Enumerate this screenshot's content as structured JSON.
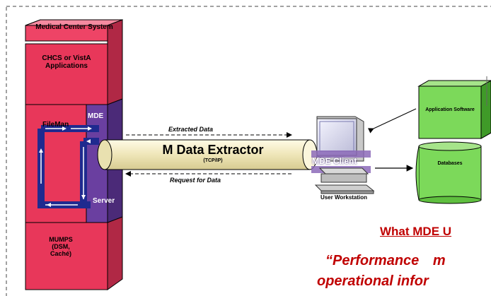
{
  "tower": {
    "title": "Medical Center System",
    "apps_label": "CHCS or VistA Applications",
    "fileman_label": "FileMan",
    "mde_label": "MDE",
    "server_label": "Server",
    "mumps_label": "MUMPS (DSM, Caché)"
  },
  "extractor": {
    "title": "M Data Extractor",
    "subtitle": "(TCP/IP)",
    "extracted_label": "Extracted Data",
    "request_label": "Request for Data"
  },
  "workstation": {
    "screen_label": "MDE Client",
    "caption": "User Workstation"
  },
  "application_software": {
    "label": "Application Software"
  },
  "databases": {
    "label": "Databases"
  },
  "note": {
    "title": "What MDE U",
    "quote_line1": "“Performance m",
    "quote_line2": "operational infor"
  },
  "colors": {
    "tower_red": "#e8375a",
    "mde_purple": "#6a3fa0",
    "pipe_cream": "#f2ecc4",
    "loop_navy": "#1f2a8f",
    "green_box": "#7cd95a",
    "accent_red": "#c00000"
  }
}
